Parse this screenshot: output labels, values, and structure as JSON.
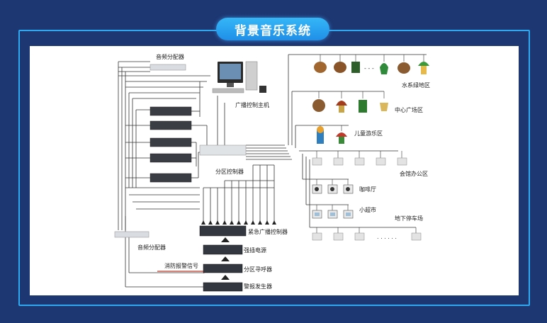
{
  "title": "背景音乐系统",
  "labels": {
    "audio_splitter_top": "音频分配器",
    "broadcast_host": "广播控制主机",
    "zone_controller": "分区控制器",
    "audio_splitter_bottom": "音频分配器",
    "emergency_controller": "紧急广播控制器",
    "strong_cut_power": "强插电源",
    "zone_pager": "分区寻呼器",
    "alarm_generator": "警报发生器",
    "fire_alarm_signal": "消防报警信号",
    "water_green_area": "水系绿地区",
    "central_plaza": "中心广场区",
    "children_play": "儿童游乐区",
    "clubhouse_office": "会馆办公区",
    "cafe": "咖啡厅",
    "supermarket": "小超市",
    "underground_parking": "地下停车场"
  },
  "colors": {
    "background": "#1d3772",
    "frame": "#2fa8f0",
    "title_pill": "#2aa3f2",
    "arrow_red": "#c0392b"
  }
}
